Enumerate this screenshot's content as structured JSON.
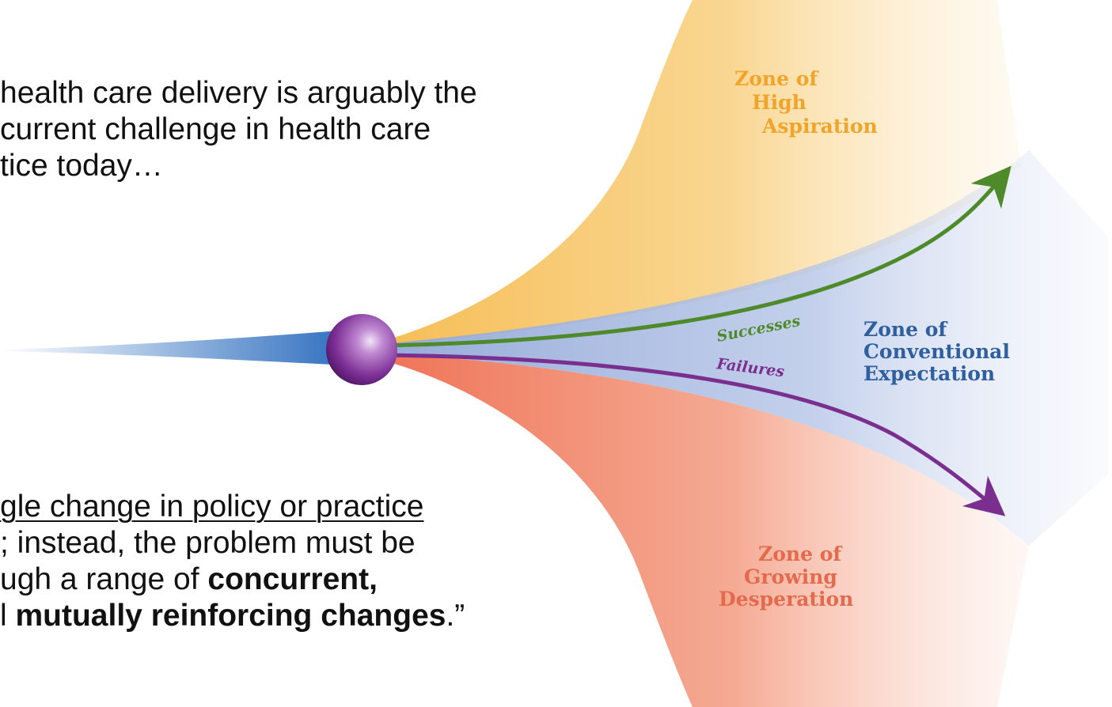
{
  "quote_top": {
    "lines": [
      "health care delivery is arguably the",
      "current challenge in health care",
      "tice today…"
    ]
  },
  "quote_bottom": {
    "line1": "gle change in policy or practice",
    "line2": "; instead, the problem must be",
    "line3_a": "ugh a range of ",
    "line3_b": "concurrent,",
    "line4_a": "l ",
    "line4_b": "mutually reinforcing changes",
    "line4_c": ".”"
  },
  "zones": {
    "high": {
      "lines": [
        "Zone of",
        "High",
        "Aspiration"
      ],
      "color": "#f0a52a"
    },
    "conventional": {
      "lines": [
        "Zone of",
        "Conventional",
        "Expectation"
      ],
      "color": "#2f5f9e"
    },
    "desperation": {
      "lines": [
        "Zone of",
        "Growing",
        "Desperation"
      ],
      "color": "#e46a4e"
    }
  },
  "arrows": {
    "successes": {
      "label": "Successes",
      "color": "#4e8a2a"
    },
    "failures": {
      "label": "Failures",
      "color": "#7a2e8e"
    }
  },
  "colors": {
    "stem": "#2f6fbf",
    "sphere": "#8c3fa8"
  }
}
